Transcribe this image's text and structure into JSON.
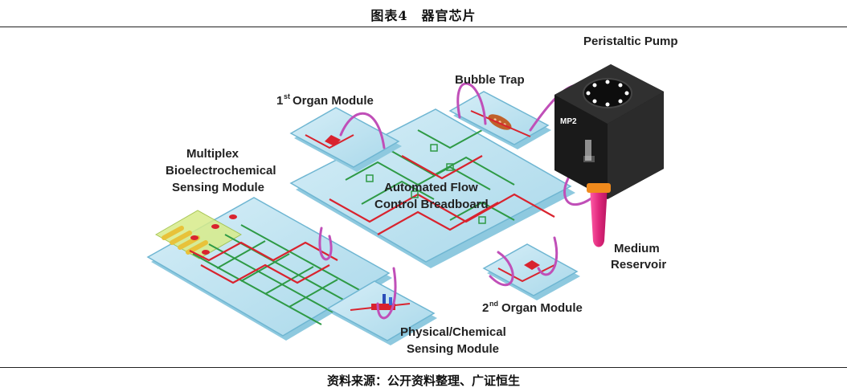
{
  "figure_title": "图表4　器官芯片",
  "source_note": "资料来源：公开资料整理、广证恒生",
  "labels": {
    "peristaltic_pump": "Peristaltic Pump",
    "bubble_trap": "Bubble Trap",
    "organ1_prefix": "1",
    "organ1_sup": "st",
    "organ1_rest": " Organ Module",
    "multiplex_line1": "Multiplex",
    "multiplex_line2": "Bioelectrochemical",
    "multiplex_line3": "Sensing Module",
    "breadboard_line1": "Automated Flow",
    "breadboard_line2": "Control Breadboard",
    "medium_line1": "Medium",
    "medium_line2": "Reservoir",
    "organ2_prefix": "2",
    "organ2_sup": "nd",
    "organ2_rest": " Organ Module",
    "physical_line1": "Physical/Chemical",
    "physical_line2": "Sensing Module",
    "pump_brand": "MP2"
  },
  "colors": {
    "chip_fill": "#bfe3f0",
    "chip_edge": "#6fb6d2",
    "channel_red": "#d9232e",
    "channel_green": "#2e9a45",
    "tube": "#c04fb8",
    "pump_body": "#1a1a1a",
    "reservoir": "#e0287c",
    "cap": "#f08a1c"
  }
}
